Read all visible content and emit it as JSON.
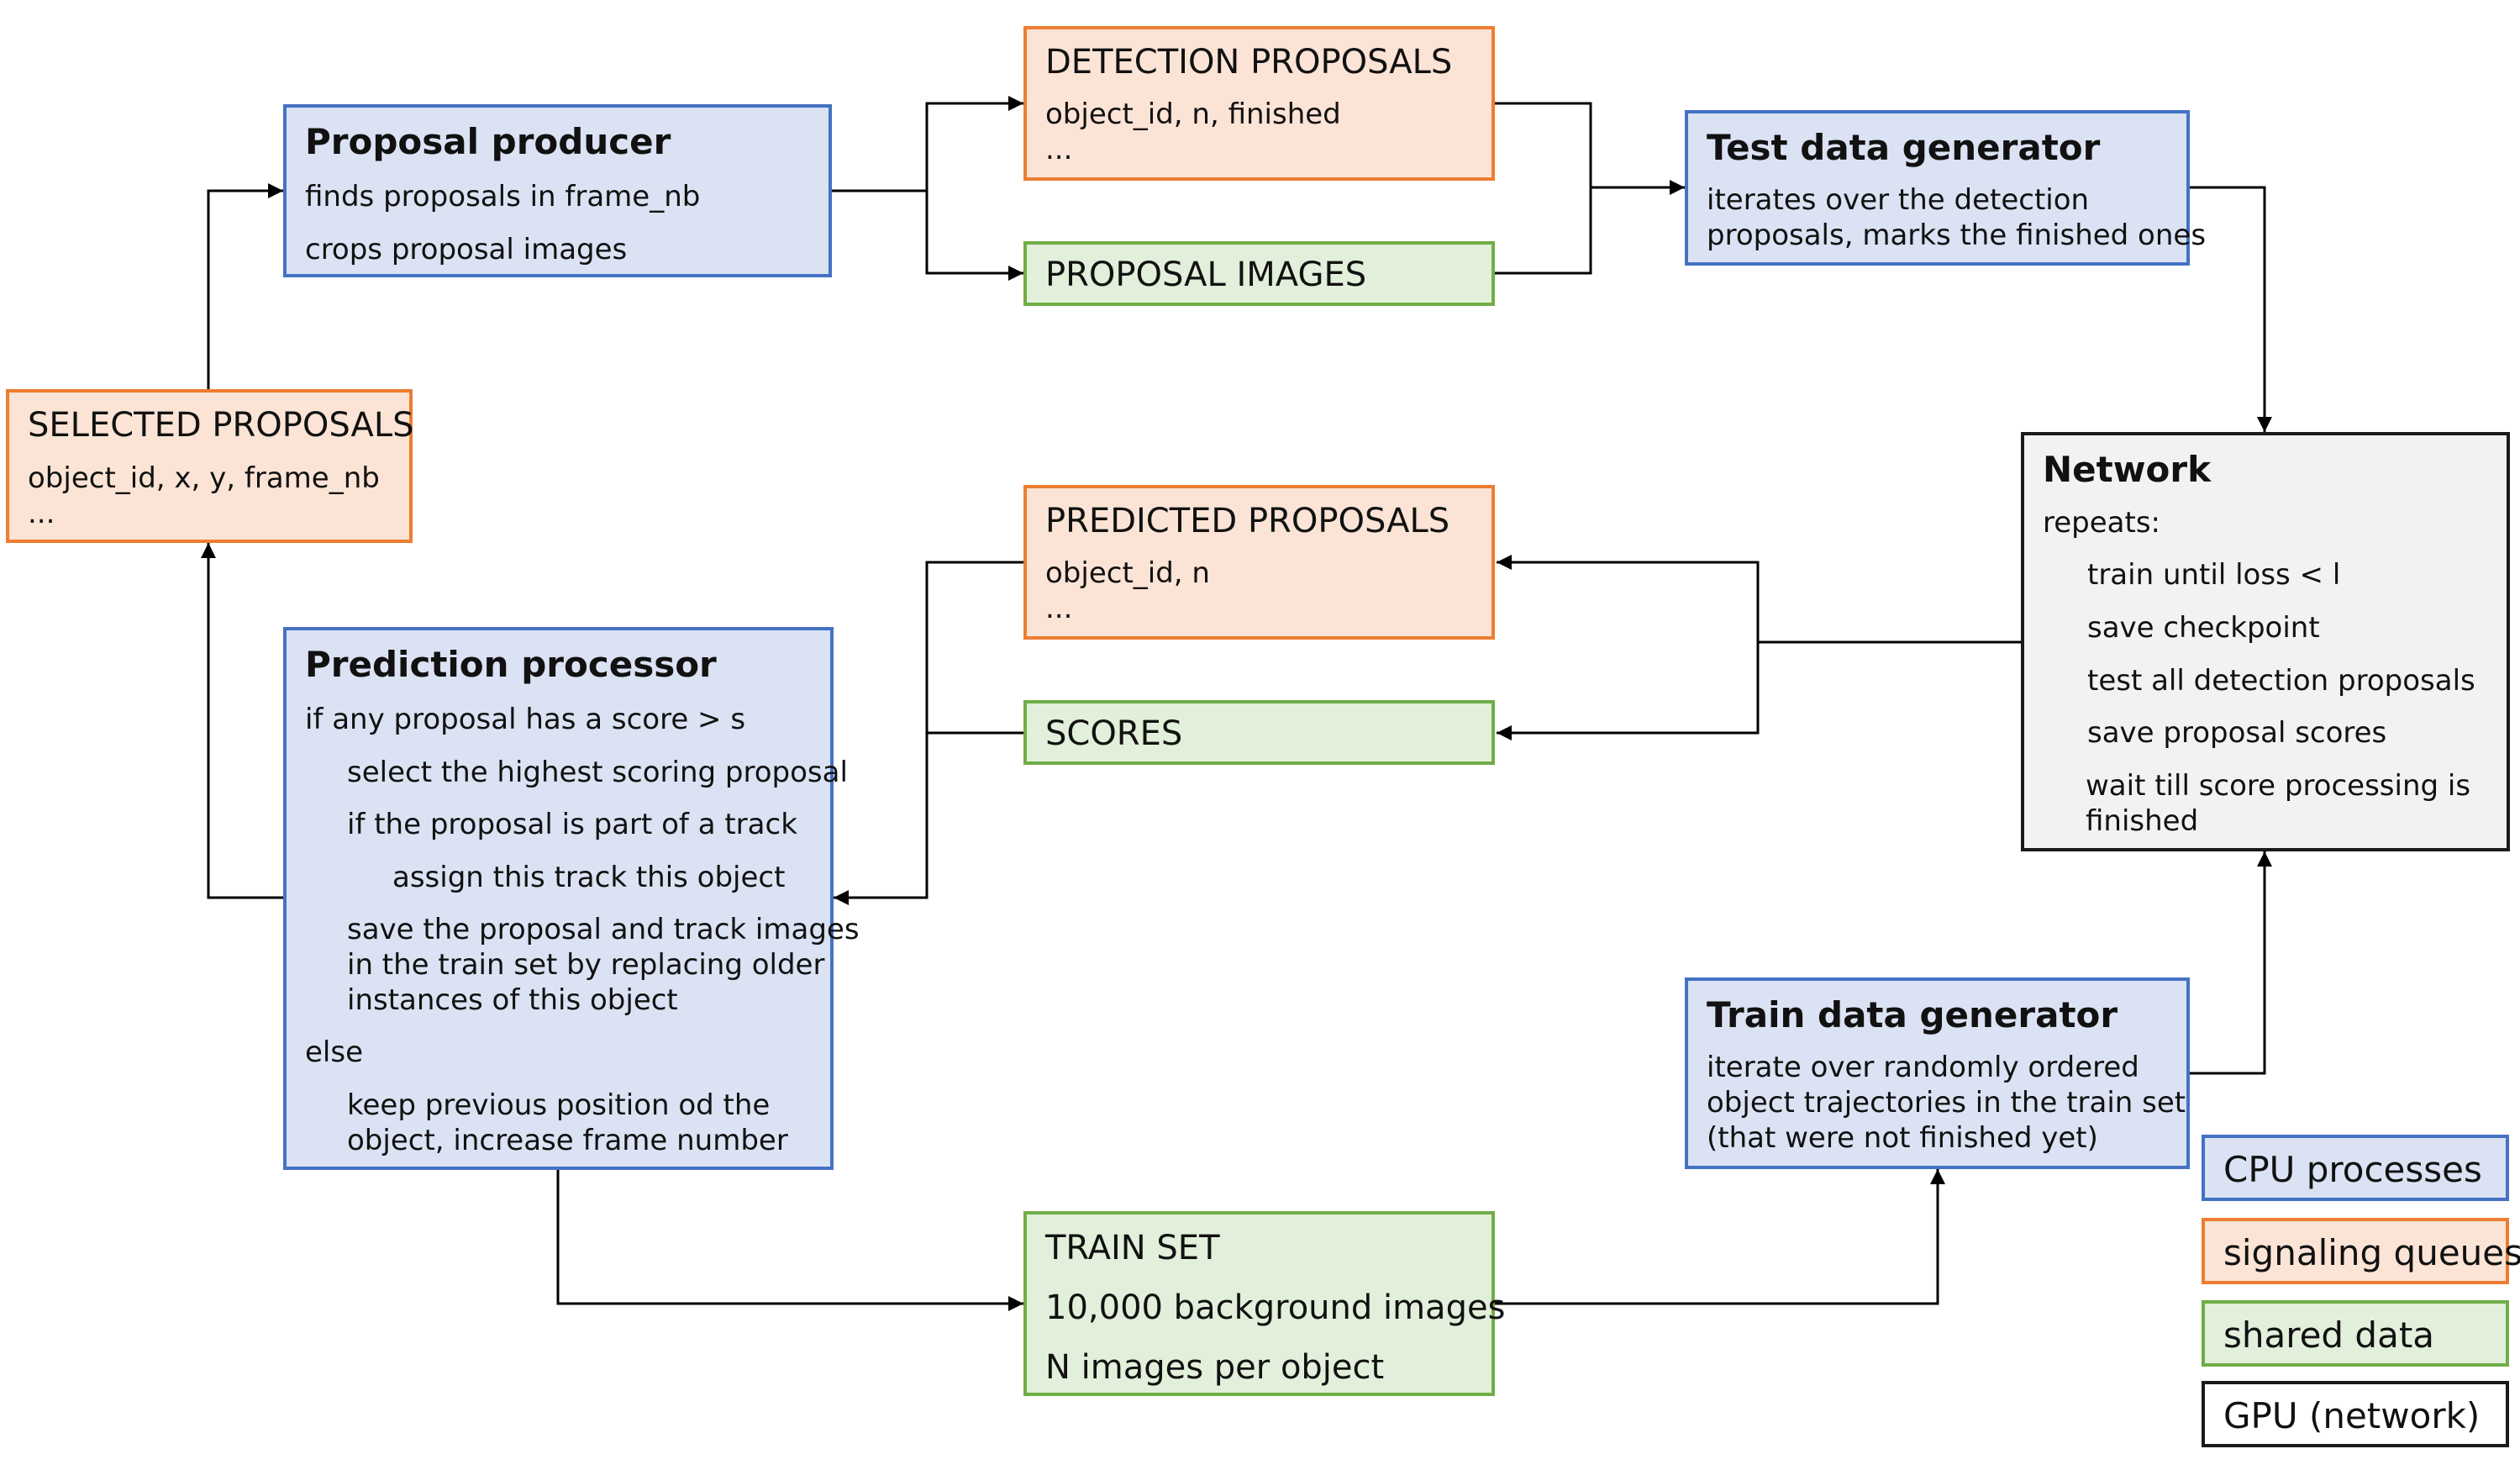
{
  "colors": {
    "cpu_fill": "#dae2f3",
    "cpu_border": "#4472c4",
    "queue_fill": "#fbe4d5",
    "queue_border": "#ed7d31",
    "shared_fill": "#e2efda",
    "shared_border": "#70ad47",
    "gpu_fill": "#f2f2f2",
    "gpu_border": "#1a1a1a",
    "arrow": "#000000"
  },
  "boxes": {
    "proposal_producer": {
      "title": "Proposal producer",
      "lines": [
        "finds proposals in frame_nb",
        "crops proposal images"
      ]
    },
    "detection_proposals": {
      "title": "DETECTION PROPOSALS",
      "lines": [
        "object_id, n, finished",
        "..."
      ]
    },
    "proposal_images": {
      "title": "PROPOSAL IMAGES"
    },
    "test_data_generator": {
      "title": "Test data generator",
      "lines": [
        "iterates over the detection",
        "proposals, marks the finished ones"
      ]
    },
    "selected_proposals": {
      "title": "SELECTED PROPOSALS",
      "lines": [
        "object_id, x, y, frame_nb",
        "..."
      ]
    },
    "network": {
      "title": "Network",
      "lines": [
        "repeats:",
        "train until loss < l",
        "save checkpoint",
        "test all detection proposals",
        "save proposal scores",
        "wait till score processing is",
        "finished"
      ]
    },
    "predicted_proposals": {
      "title": "PREDICTED PROPOSALS",
      "lines": [
        "object_id, n",
        "..."
      ]
    },
    "scores": {
      "title": "SCORES"
    },
    "prediction_processor": {
      "title": "Prediction processor",
      "lines": [
        "if any proposal has a score > s",
        "select the highest scoring proposal",
        "if the proposal is part of a track",
        "assign this track this object",
        "save the proposal and track images",
        "in the train set by replacing older",
        "instances of this object",
        "else",
        "keep previous position od the",
        "object, increase frame number"
      ]
    },
    "train_data_generator": {
      "title": "Train data generator",
      "lines": [
        "iterate over randomly ordered",
        "object trajectories in the train set",
        "(that were not finished yet)"
      ]
    },
    "train_set": {
      "title": "TRAIN SET",
      "lines": [
        "10,000 background images",
        "N images per object"
      ]
    }
  },
  "legend": {
    "cpu": "CPU processes",
    "queues": "signaling queues",
    "shared": "shared data",
    "gpu": "GPU (network)"
  }
}
